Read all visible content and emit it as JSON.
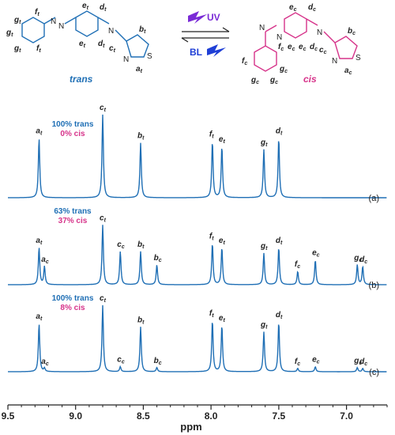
{
  "scheme": {
    "trans_label": "trans",
    "cis_label": "cis",
    "uv_label": "UV",
    "bl_label": "BL",
    "trans_atoms": {
      "g": "g",
      "f": "f",
      "e": "e",
      "d": "d",
      "c": "c",
      "b": "b",
      "a": "a",
      "N": "N",
      "S": "S",
      "sub": "t"
    },
    "cis_atoms": {
      "g": "g",
      "f": "f",
      "e": "e",
      "d": "d",
      "c": "c",
      "b": "b",
      "a": "a",
      "N": "N",
      "S": "S",
      "sub": "c"
    }
  },
  "colors": {
    "trans": "#1f6fb5",
    "cis": "#d6338a",
    "uv": "#7a2bd6",
    "bl": "#1f3fd6",
    "axis": "#222222"
  },
  "chart_data": {
    "type": "line",
    "xlabel": "ppm",
    "xlim": [
      9.5,
      6.7
    ],
    "xreversed": true,
    "xticks": [
      "9.5",
      "9.0",
      "8.5",
      "8.0",
      "7.5",
      "7.0"
    ],
    "xtick_values": [
      9.5,
      9.0,
      8.5,
      8.0,
      7.5,
      7.0
    ],
    "series": [
      {
        "name": "(a)",
        "panel_label": "(a)",
        "trans_text": "100% trans",
        "cis_text": "0% cis",
        "trans_peaks": [
          {
            "label": "a",
            "sub": "t",
            "ppm": 9.27,
            "height": 0.72
          },
          {
            "label": "c",
            "sub": "t",
            "ppm": 8.8,
            "height": 1.0
          },
          {
            "label": "b",
            "sub": "t",
            "ppm": 8.52,
            "height": 0.66
          },
          {
            "label": "f",
            "sub": "t",
            "ppm": 7.99,
            "height": 0.68
          },
          {
            "label": "e",
            "sub": "t",
            "ppm": 7.92,
            "height": 0.62
          },
          {
            "label": "g",
            "sub": "t",
            "ppm": 7.61,
            "height": 0.58
          },
          {
            "label": "d",
            "sub": "t",
            "ppm": 7.5,
            "height": 0.72
          }
        ],
        "cis_peaks": []
      },
      {
        "name": "(b)",
        "panel_label": "(b)",
        "trans_text": "63% trans",
        "cis_text": "37% cis",
        "trans_peaks": [
          {
            "label": "a",
            "sub": "t",
            "ppm": 9.27,
            "height": 0.45
          },
          {
            "label": "c",
            "sub": "t",
            "ppm": 8.8,
            "height": 0.72
          },
          {
            "label": "b",
            "sub": "t",
            "ppm": 8.52,
            "height": 0.4
          },
          {
            "label": "f",
            "sub": "t",
            "ppm": 7.99,
            "height": 0.5
          },
          {
            "label": "e",
            "sub": "t",
            "ppm": 7.92,
            "height": 0.45
          },
          {
            "label": "g",
            "sub": "t",
            "ppm": 7.61,
            "height": 0.38
          },
          {
            "label": "d",
            "sub": "t",
            "ppm": 7.5,
            "height": 0.45
          }
        ],
        "cis_peaks": [
          {
            "label": "a",
            "sub": "c",
            "ppm": 9.23,
            "height": 0.22
          },
          {
            "label": "c",
            "sub": "c",
            "ppm": 8.67,
            "height": 0.4
          },
          {
            "label": "b",
            "sub": "c",
            "ppm": 8.4,
            "height": 0.24
          },
          {
            "label": "f",
            "sub": "c",
            "ppm": 7.36,
            "height": 0.16
          },
          {
            "label": "e",
            "sub": "c",
            "ppm": 7.23,
            "height": 0.3
          },
          {
            "label": "g",
            "sub": "c",
            "ppm": 6.92,
            "height": 0.24
          },
          {
            "label": "d",
            "sub": "c",
            "ppm": 6.88,
            "height": 0.22
          }
        ]
      },
      {
        "name": "(c)",
        "panel_label": "(c)",
        "trans_text": "100% trans",
        "cis_text": "8% cis",
        "trans_peaks": [
          {
            "label": "a",
            "sub": "t",
            "ppm": 9.27,
            "height": 0.58
          },
          {
            "label": "c",
            "sub": "t",
            "ppm": 8.8,
            "height": 0.8
          },
          {
            "label": "b",
            "sub": "t",
            "ppm": 8.52,
            "height": 0.54
          },
          {
            "label": "f",
            "sub": "t",
            "ppm": 7.99,
            "height": 0.62
          },
          {
            "label": "e",
            "sub": "t",
            "ppm": 7.92,
            "height": 0.56
          },
          {
            "label": "g",
            "sub": "t",
            "ppm": 7.61,
            "height": 0.48
          },
          {
            "label": "d",
            "sub": "t",
            "ppm": 7.5,
            "height": 0.6
          }
        ],
        "cis_peaks": [
          {
            "label": "a",
            "sub": "c",
            "ppm": 9.23,
            "height": 0.04
          },
          {
            "label": "c",
            "sub": "c",
            "ppm": 8.67,
            "height": 0.06
          },
          {
            "label": "b",
            "sub": "c",
            "ppm": 8.4,
            "height": 0.05
          },
          {
            "label": "f",
            "sub": "c",
            "ppm": 7.36,
            "height": 0.04
          },
          {
            "label": "e",
            "sub": "c",
            "ppm": 7.23,
            "height": 0.06
          },
          {
            "label": "g",
            "sub": "c",
            "ppm": 6.92,
            "height": 0.05
          },
          {
            "label": "d",
            "sub": "c",
            "ppm": 6.88,
            "height": 0.04
          }
        ]
      }
    ]
  }
}
